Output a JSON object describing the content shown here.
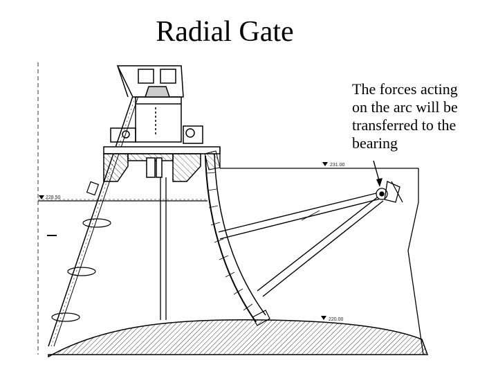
{
  "slide": {
    "title": "Radial Gate",
    "annotation_lines": [
      "The forces acting",
      "on the arc will be",
      "transferred to the",
      "bearing"
    ]
  },
  "drawing": {
    "elevations": {
      "crest": "231.00",
      "water_level": "228.50",
      "sill": "220.00"
    }
  },
  "colors": {
    "line": "#000000",
    "background": "#ffffff"
  }
}
